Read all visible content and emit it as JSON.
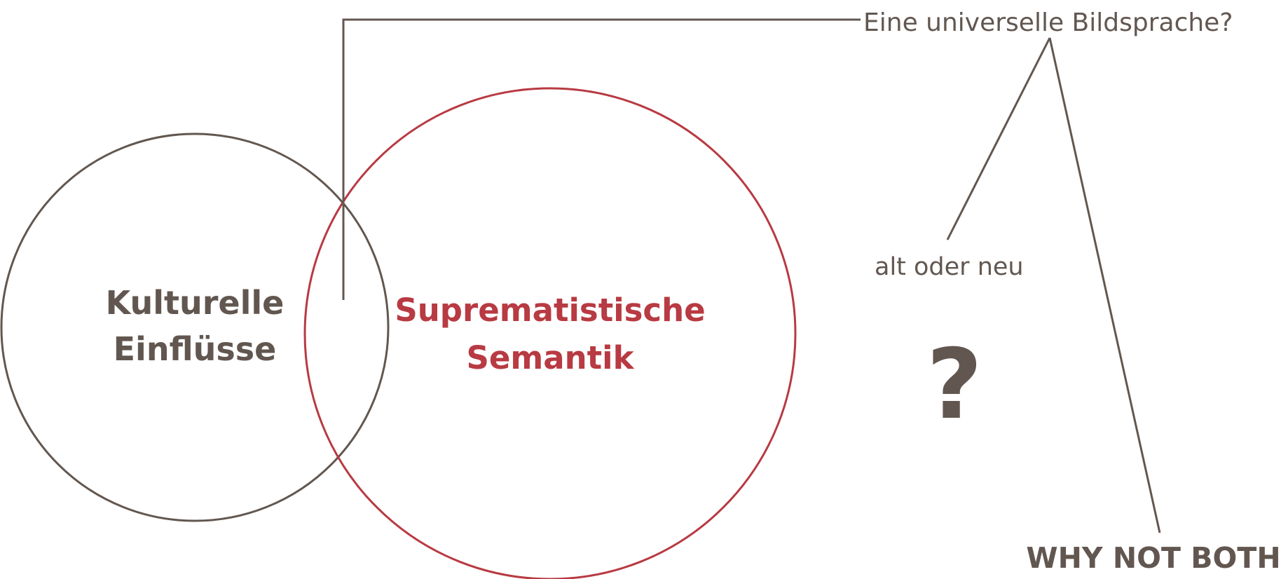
{
  "colors": {
    "gray": "#625750",
    "red": "#b83a42",
    "background": "#ffffff"
  },
  "circles": {
    "left": {
      "line1": "Kulturelle",
      "line2": "Einflüsse",
      "color": "#625750"
    },
    "right": {
      "line1": "Suprematistische",
      "line2": "Semantik",
      "color": "#b83a42"
    }
  },
  "question": {
    "text": "Eine universelle Bildsprache?"
  },
  "branches": {
    "option_a": "alt oder neu",
    "option_b": "WHY NOT BOTH"
  },
  "question_mark": "?"
}
